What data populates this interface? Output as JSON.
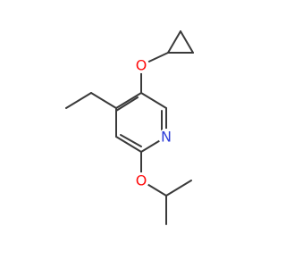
{
  "colors": {
    "bond": "#3a3a3a",
    "oxygen": "#ff0d0d",
    "nitrogen": "#2f3fd8",
    "background": "#ffffff"
  },
  "atoms": {
    "oxygen_top": "O",
    "nitrogen": "N",
    "oxygen_bottom": "O"
  }
}
